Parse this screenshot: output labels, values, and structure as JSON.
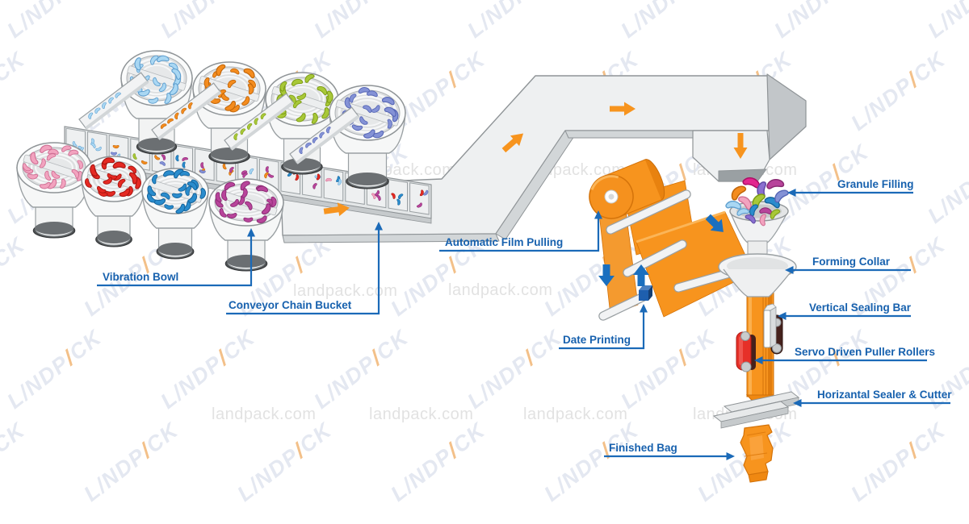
{
  "page": {
    "background": "#ffffff"
  },
  "watermarks": {
    "logo_text": "LANDPACK",
    "website": "landpack.com"
  },
  "labels": [
    {
      "id": "vibration-bowl",
      "text": "Vibration Bowl"
    },
    {
      "id": "conveyor-chain-bucket",
      "text": "Conveyor Chain Bucket"
    },
    {
      "id": "automatic-film-pulling",
      "text": "Automatic Film Pulling"
    },
    {
      "id": "date-printing",
      "text": "Date Printing"
    },
    {
      "id": "granule-filling",
      "text": "Granule Filling"
    },
    {
      "id": "forming-collar",
      "text": "Forming Collar"
    },
    {
      "id": "vertical-sealing-bar",
      "text": "Vertical Sealing Bar"
    },
    {
      "id": "servo-driven-puller-rollers",
      "text": "Servo Driven Puller Rollers"
    },
    {
      "id": "horizantal-sealer-cutter",
      "text": "Horizantal Sealer & Cutter"
    },
    {
      "id": "finished-bag",
      "text": "Finished Bag"
    }
  ],
  "colors": {
    "label_text": "#1761ae",
    "leader_line": "#1b6ab8",
    "flow_arrow_orange": "#f7941e",
    "flow_arrow_blue": "#1a6fbf",
    "film_orange": "#f7941e",
    "conveyor_gray": "#eef0f1",
    "puller_roller_red": "#e63028",
    "date_printer_blue": "#1e5fae",
    "machine_white": "#f6f7f7",
    "base_dark": "#4f5254"
  },
  "bean_colors": {
    "light_blue": {
      "fill": "#a9d7f3",
      "stroke": "#5f9fcf"
    },
    "orange": {
      "fill": "#f48c1e",
      "stroke": "#c1660a"
    },
    "green": {
      "fill": "#a8c838",
      "stroke": "#7d9c14"
    },
    "violet": {
      "fill": "#8492d6",
      "stroke": "#5767b6"
    },
    "pink": {
      "fill": "#f2a3bf",
      "stroke": "#d06f94"
    },
    "red": {
      "fill": "#e52a23",
      "stroke": "#a8140f"
    },
    "blue": {
      "fill": "#2a8ccd",
      "stroke": "#14639b"
    },
    "magenta": {
      "fill": "#b8449b",
      "stroke": "#8a2b73"
    },
    "purple": {
      "fill": "#8a6fd0",
      "stroke": "#5f4aa6"
    },
    "deep_pink": {
      "fill": "#e2268f",
      "stroke": "#ac0e66"
    }
  },
  "bowls": {
    "back_row": [
      "light_blue",
      "orange",
      "green",
      "violet"
    ],
    "front_row": [
      "pink",
      "red",
      "blue",
      "magenta"
    ]
  }
}
